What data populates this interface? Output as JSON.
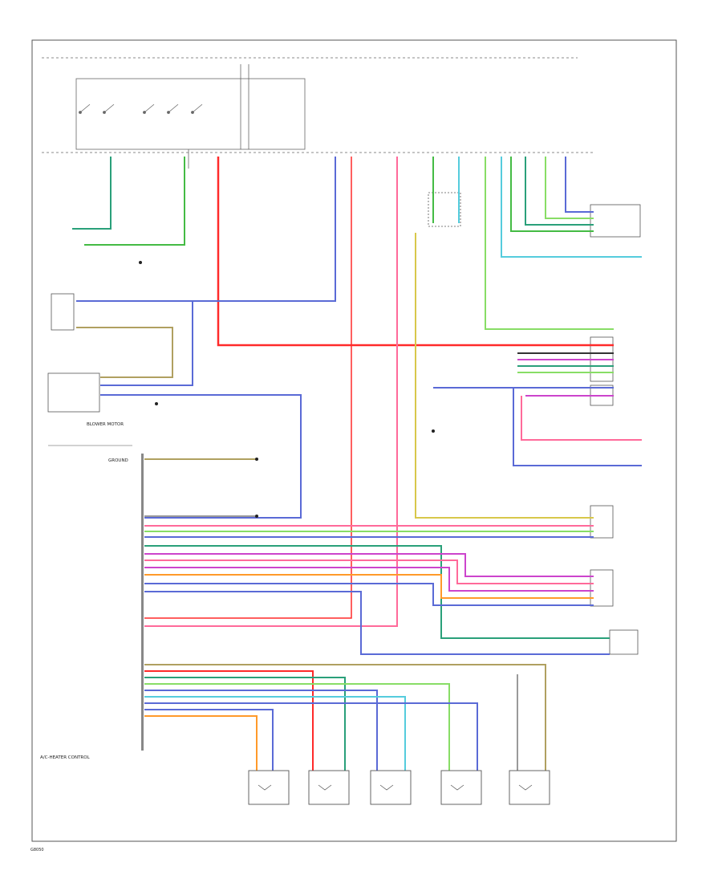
{
  "ac_heater_module": {
    "title": "A/C-HEATER CONTROL"
  },
  "blower_motor": {
    "title": "BLOWER MOTOR"
  },
  "ground": {
    "label": "GROUND"
  },
  "bottom_note": {
    "text": "G8050"
  },
  "colors": {
    "red": "#ff2a2a",
    "pink": "#ff6a9a",
    "violet": "#cc44cc",
    "blue": "#5a6ad6",
    "teal": "#2aa07a",
    "green": "#44bb44",
    "lightgreen": "#88dd66",
    "cyan": "#55ccdd",
    "orange": "#ff9a2a",
    "yellow": "#d8c84a",
    "tan": "#b0a060",
    "grey": "#9a9a9a",
    "dark": "#333333"
  }
}
